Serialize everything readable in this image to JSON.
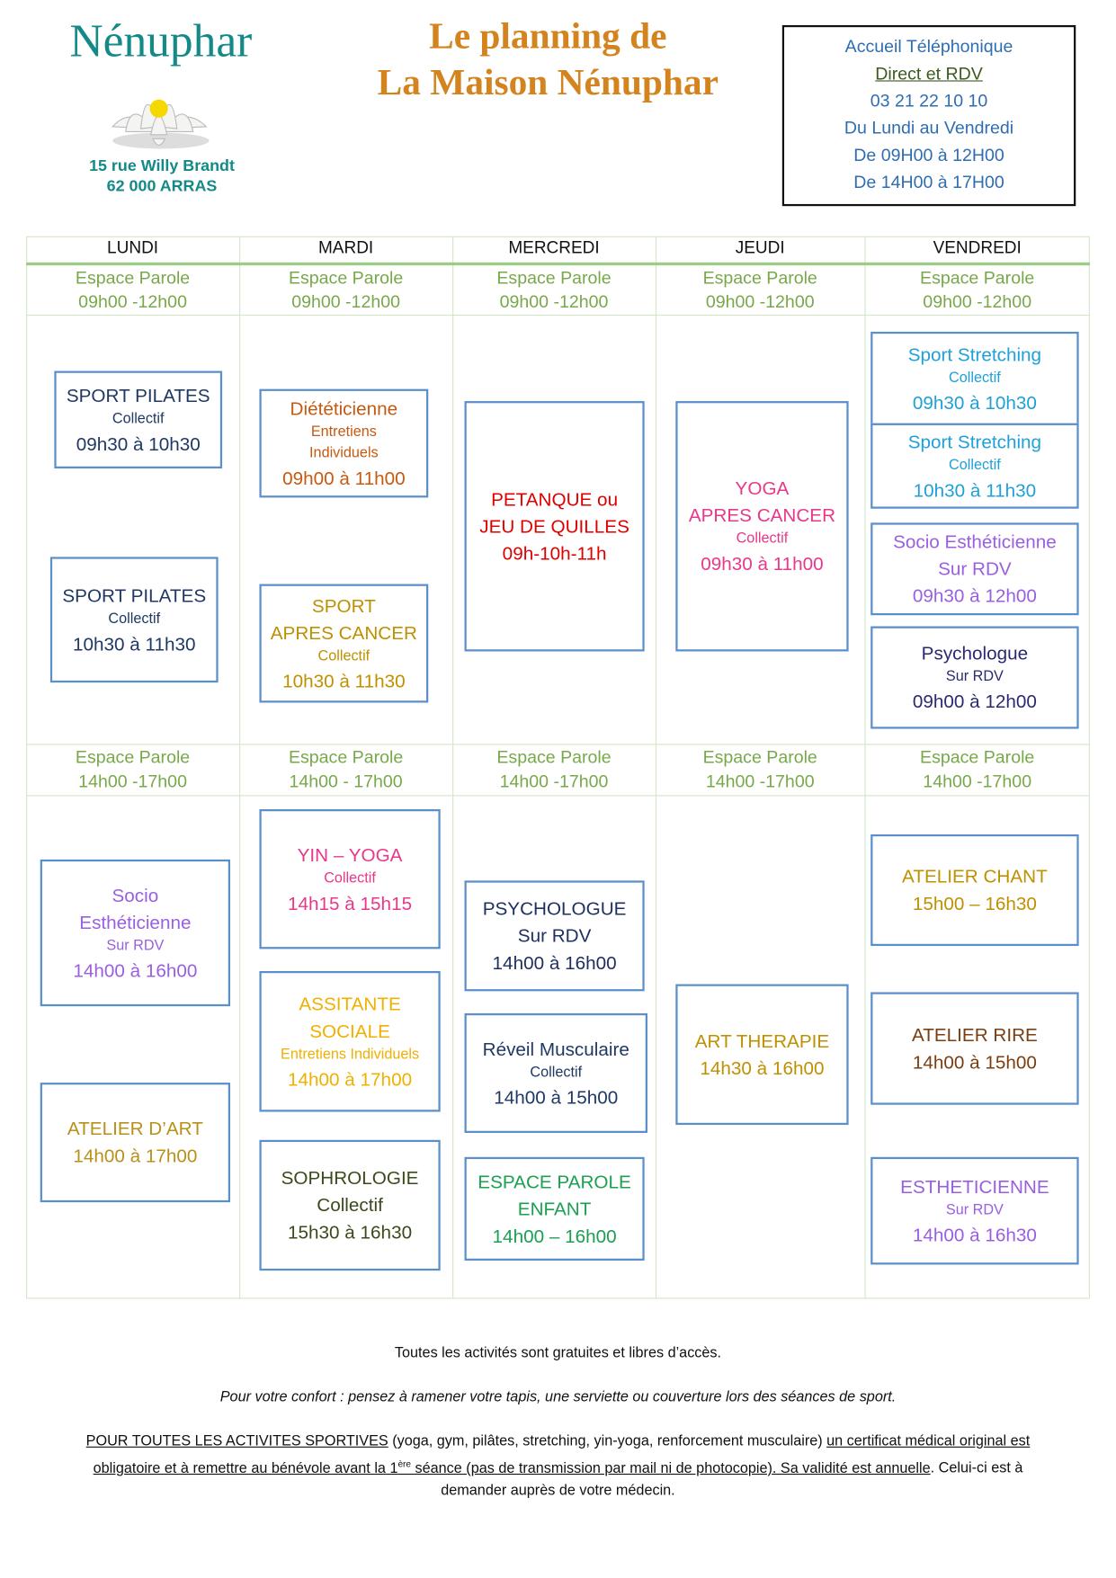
{
  "header": {
    "brand": "Nénuphar",
    "address_line1": "15 rue Willy Brandt",
    "address_line2": "62 000 ARRAS",
    "title_line1": "Le planning de",
    "title_line2": "La Maison Nénuphar"
  },
  "contact": {
    "line1": "Accueil Téléphonique",
    "line2": "Direct et RDV",
    "phone": "03 21 22 10 10",
    "days": "Du Lundi au Vendredi",
    "hours_morning": "De 09H00 à 12H00",
    "hours_afternoon": "De 14H00 à 17H00"
  },
  "days": [
    "LUNDI",
    "MARDI",
    "MERCREDI",
    "JEUDI",
    "VENDREDI"
  ],
  "espace_parole": {
    "label": "Espace Parole",
    "morning": [
      "09h00 -12h00",
      "09h00 -12h00",
      "09h00 -12h00",
      "09h00 -12h00",
      "09h00 -12h00"
    ],
    "afternoon": [
      "14h00 -17h00",
      "14h00 - 17h00",
      "14h00 -17h00",
      "14h00 -17h00",
      "14h00 -17h00"
    ]
  },
  "colors": {
    "border": "#5b8fc9",
    "espace_parole": "#78a84a"
  },
  "activities": [
    {
      "day": "LUNDI",
      "color": "#1f3864",
      "lines": [
        [
          "t",
          "SPORT PILATES"
        ],
        [
          "s",
          "Collectif"
        ],
        [
          "h",
          "09h30 à 10h30"
        ]
      ]
    },
    {
      "day": "LUNDI",
      "color": "#1f3864",
      "lines": [
        [
          "t",
          "SPORT PILATES"
        ],
        [
          "s",
          "Collectif"
        ],
        [
          "h",
          "10h30 à 11h30"
        ]
      ]
    },
    {
      "day": "LUNDI",
      "color": "#9a5fe0",
      "lines": [
        [
          "t",
          "Socio"
        ],
        [
          "t",
          "Esthéticienne"
        ],
        [
          "s",
          "Sur RDV"
        ],
        [
          "h",
          "14h00 à 16h00"
        ]
      ]
    },
    {
      "day": "LUNDI",
      "color": "#b8901a",
      "lines": [
        [
          "t",
          "ATELIER D’ART"
        ],
        [
          "h",
          "14h00 à 17h00"
        ]
      ]
    },
    {
      "day": "MARDI",
      "color": "#c55a11",
      "lines": [
        [
          "t",
          "Diététicienne"
        ],
        [
          "s",
          "Entretiens"
        ],
        [
          "s",
          "Individuels"
        ],
        [
          "h",
          "09h00 à 11h00"
        ]
      ]
    },
    {
      "day": "MARDI",
      "color": "#bf9000",
      "lines": [
        [
          "t",
          "SPORT"
        ],
        [
          "t",
          "APRES CANCER"
        ],
        [
          "s",
          "Collectif"
        ],
        [
          "h",
          "10h30 à 11h30"
        ]
      ]
    },
    {
      "day": "MARDI",
      "color": "#e8388a",
      "lines": [
        [
          "t",
          "YIN – YOGA"
        ],
        [
          "s",
          "Collectif"
        ],
        [
          "h",
          "14h15 à 15h15"
        ]
      ]
    },
    {
      "day": "MARDI",
      "color": "#f0b000",
      "lines": [
        [
          "t",
          "ASSITANTE"
        ],
        [
          "t",
          "SOCIALE"
        ],
        [
          "s",
          "Entretiens Individuels"
        ],
        [
          "h",
          "14h00 à 17h00"
        ]
      ]
    },
    {
      "day": "MARDI",
      "color": "#3a4a1a",
      "lines": [
        [
          "t",
          "SOPHROLOGIE"
        ],
        [
          "t",
          "Collectif"
        ],
        [
          "h",
          "15h30 à 16h30"
        ]
      ]
    },
    {
      "day": "MERCREDI",
      "color": "#e00000",
      "lines": [
        [
          "t",
          "PETANQUE ou"
        ],
        [
          "t",
          "JEU DE QUILLES"
        ],
        [
          "h",
          "09h-10h-11h"
        ]
      ]
    },
    {
      "day": "MERCREDI",
      "color": "#1f3060",
      "lines": [
        [
          "t",
          "PSYCHOLOGUE"
        ],
        [
          "t",
          "Sur RDV"
        ],
        [
          "h",
          "14h00 à 16h00"
        ]
      ]
    },
    {
      "day": "MERCREDI",
      "color": "#1f3864",
      "lines": [
        [
          "t",
          "Réveil Musculaire"
        ],
        [
          "s",
          "Collectif"
        ],
        [
          "h",
          "14h00 à 15h00"
        ]
      ]
    },
    {
      "day": "MERCREDI",
      "color": "#1aa050",
      "lines": [
        [
          "t",
          "ESPACE PAROLE"
        ],
        [
          "t",
          "ENFANT"
        ],
        [
          "h",
          "14h00 – 16h00"
        ]
      ]
    },
    {
      "day": "JEUDI",
      "color": "#e8388a",
      "lines": [
        [
          "t",
          "YOGA"
        ],
        [
          "t",
          "APRES CANCER"
        ],
        [
          "s",
          "Collectif"
        ],
        [
          "h",
          "09h30 à 11h00"
        ]
      ]
    },
    {
      "day": "JEUDI",
      "color": "#bf9000",
      "lines": [
        [
          "t",
          "ART THERAPIE"
        ],
        [
          "h",
          "14h30 à 16h00"
        ]
      ]
    },
    {
      "day": "VENDREDI",
      "color": "#1ea0d8",
      "lines": [
        [
          "t",
          "Sport Stretching"
        ],
        [
          "s",
          "Collectif"
        ],
        [
          "h",
          "09h30 à 10h30"
        ]
      ]
    },
    {
      "day": "VENDREDI",
      "color": "#1ea0d8",
      "lines": [
        [
          "t",
          "Sport Stretching"
        ],
        [
          "s",
          "Collectif"
        ],
        [
          "h",
          "10h30 à 11h30"
        ]
      ]
    },
    {
      "day": "VENDREDI",
      "color": "#9a5fe0",
      "lines": [
        [
          "t",
          "Socio Esthéticienne"
        ],
        [
          "t",
          "Sur RDV"
        ],
        [
          "h",
          "09h30 à 12h00"
        ]
      ]
    },
    {
      "day": "VENDREDI",
      "color": "#2a2a70",
      "lines": [
        [
          "t",
          "Psychologue"
        ],
        [
          "s",
          "Sur RDV"
        ],
        [
          "h",
          "09h00 à 12h00"
        ]
      ]
    },
    {
      "day": "VENDREDI",
      "color": "#bf9000",
      "lines": [
        [
          "t",
          "ATELIER CHANT"
        ],
        [
          "h",
          "15h00 – 16h30"
        ]
      ]
    },
    {
      "day": "VENDREDI",
      "color": "#7a3e10",
      "lines": [
        [
          "t",
          "ATELIER RIRE"
        ],
        [
          "h",
          "14h00 à 15h00"
        ]
      ]
    },
    {
      "day": "VENDREDI",
      "color": "#9a5fe0",
      "lines": [
        [
          "t",
          "ESTHETICIENNE"
        ],
        [
          "s",
          "Sur RDV"
        ],
        [
          "h",
          "14h00 à 16h30"
        ]
      ]
    }
  ],
  "footer": {
    "free": "Toutes les activités sont gratuites et libres d’accès.",
    "comfort": "Pour votre confort : pensez à ramener votre tapis, une serviette ou couverture lors des séances de sport.",
    "cert_part1": "POUR TOUTES LES ACTIVITES SPORTIVES",
    "cert_part2": " (yoga, gym, pilâtes, stretching, yin-yoga, renforcement musculaire) ",
    "cert_part3a": "un certificat médical original est obligatoire et à remettre au bénévole avant la 1",
    "cert_sup": "ère",
    "cert_part3b": " séance (pas de transmission par mail ni de photocopie). Sa validité est annuelle",
    "cert_part4": ". Celui-ci est à demander auprès de votre médecin."
  }
}
